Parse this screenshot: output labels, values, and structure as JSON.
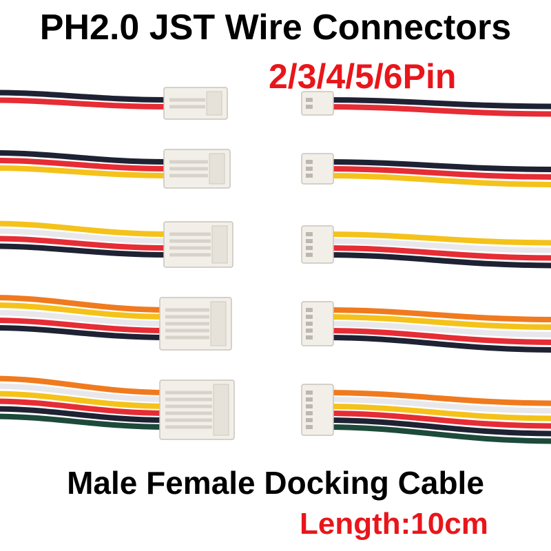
{
  "header": {
    "title": "PH2.0 JST Wire Connectors",
    "pins": "2/3/4/5/6Pin"
  },
  "footer": {
    "subtitle": "Male Female Docking Cable",
    "length": "Length:10cm"
  },
  "colors": {
    "title": "#000000",
    "accent": "#e8161b",
    "background": "#ffffff",
    "connector": "#f2efe9"
  },
  "wire_colors": {
    "black": "#1e2233",
    "red": "#e62c34",
    "yellow": "#f4c21a",
    "white": "#e8e8ec",
    "orange": "#f07a1e",
    "green": "#1d4a3a"
  },
  "cable_sets": [
    {
      "pins": 2,
      "wires": [
        "black",
        "red"
      ]
    },
    {
      "pins": 3,
      "wires": [
        "black",
        "red",
        "yellow"
      ]
    },
    {
      "pins": 4,
      "wires": [
        "yellow",
        "white",
        "red",
        "black"
      ]
    },
    {
      "pins": 5,
      "wires": [
        "orange",
        "yellow",
        "white",
        "red",
        "black"
      ]
    },
    {
      "pins": 6,
      "wires": [
        "orange",
        "white",
        "yellow",
        "red",
        "black",
        "green"
      ]
    }
  ]
}
